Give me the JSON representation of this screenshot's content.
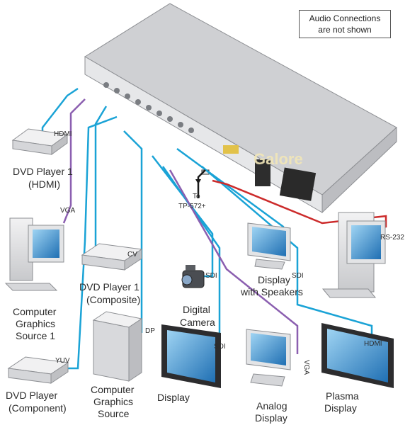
{
  "note": {
    "line1": "Audio Connections",
    "line2": "are not shown"
  },
  "watermark": "Galore",
  "devices": {
    "dvd_hdmi": {
      "line1": "DVD Player 1",
      "line2": "(HDMI)",
      "port": "HDMI"
    },
    "computer1": {
      "line1": "Computer",
      "line2": "Graphics",
      "line3": "Source 1",
      "port": "VGA"
    },
    "dvd_composite": {
      "line1": "DVD Player 1",
      "line2": "(Composite)",
      "port": "CV"
    },
    "dvd_component": {
      "line1": "DVD Player",
      "line2": "(Component)",
      "port": "YUV"
    },
    "computer2": {
      "line1": "Computer",
      "line2": "Graphics",
      "line3": "Source",
      "port": "DP"
    },
    "camera": {
      "line1": "Digital",
      "line2": "Camera",
      "port": "SDI"
    },
    "display": {
      "line1": "Display",
      "port": "SDI"
    },
    "display_speakers": {
      "line1": "Display",
      "line2": "with Speakers",
      "port": "SDI"
    },
    "analog_display": {
      "line1": "Analog",
      "line2": "Display",
      "port": "VGA"
    },
    "plasma": {
      "line1": "Plasma",
      "line2": "Display",
      "port": "HDMI"
    },
    "controller": {
      "port": "RS-232"
    },
    "tp": {
      "line1": "To",
      "line2": "TP-572+"
    }
  },
  "colors": {
    "cyan": "#1aa3d6",
    "purple": "#8b5fb0",
    "red": "#cc2b2b",
    "black": "#1a1a1a",
    "device": "#e3e4e6",
    "screen": "#2d86c8"
  }
}
